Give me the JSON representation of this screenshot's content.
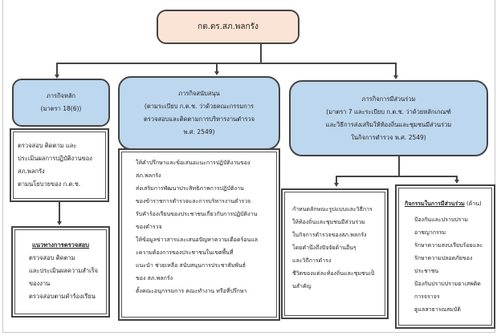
{
  "top": {
    "title": "กต.ตร.สภ.พลกรัง"
  },
  "main": {
    "title": "ภารกิจหลัก",
    "subtitle": "(มาตรา 18(6))",
    "items": [
      "ตรวจสอบ ติดตาม และ",
      "ประเมินผลการปฏิบัติงานของ",
      "สภ.พลกรัง",
      "ตามนโยบายของ ก.ต.ช."
    ],
    "guide_title": "แนวทางการตรวจสอบ",
    "guide_items": [
      "ตรวจสอบ ติดตาม",
      "และประเมินผลความสำเร็จ",
      "ของงาน",
      "ตรวจสอบตามคำร้องเรียน"
    ]
  },
  "support": {
    "title": "ภารกิจสนับสนุน",
    "lines": [
      "(ตามระเบียบ ก.ต.ช. ว่าด้วยคณะกรรมการ",
      "ตรวจสอบและติดตามการบริหารงานตำรวจ",
      "พ.ศ. 2549)"
    ],
    "items": [
      "ให้คำปรึกษาและข้อเสนอแนะการปฏิบัติงานของ",
      "สภ.พลกรัง",
      "ส่งเสริมการพัฒนาประสิทธิภาพการปฏิบัติงาน",
      "ของข้าราชการตำรวจและการบริหารงานตำรวจ",
      "รับคำร้องเรียนของประชาชนเกี่ยวกับการปฏิบัติงาน",
      "ของตำรวจ",
      "ให้ข้อมูลข่าวสารและเสนอปัญหาความเดือดร้อนแล",
      "ะความต้องการของประชาชนในเขตพื้นที่",
      "แนะนำ ช่วยเหลือ สนับสนุนการประชาสัมพันธ์",
      "ของ สภ.พลกรัง",
      "ตั้งคณะอนุกรรมการ คณะทำงาน หรือที่ปรึกษา"
    ]
  },
  "participation": {
    "title": "ภารกิจการมีส่วนร่วม",
    "lines": [
      "(มาตรา 7 และระเบียบ ก.ต.ช. ว่าด้วยหลักเกณฑ์",
      "และวิธีการส่งเสริมให้ท้องถิ่นและชุมชนมีส่วนร่วม",
      "ในกิจการตำรวจ พ.ศ. 2549)"
    ],
    "items": [
      "กำหนดลักษณะรูปแบบและวิธีการ",
      "ให้ท้องถิ่นและชุมชนมีส่วนร่วม",
      "ในกิจการตำรวจของสภ.พลกรัง",
      "โดยคำนึงถึงปัจจัยด้านอื่นๆ",
      "และวิถีการดำรง",
      "ชีวิตของแต่ละท้องถิ่นและชุมชนเป็",
      "นสำคัญ"
    ],
    "activities_title": "กิจกรรมในการมีส่วนร่วม",
    "activities_suffix": " (ด้าน)",
    "activities": [
      "ป้องกันและปราบปราม",
      "อาชญากรรม",
      "รักษาความสงบเรียบร้อยและ",
      "รักษาความปลอดภัยของ",
      "ประชาชน",
      "ป้องกันปราบปรามยาเสพติด",
      "การจราจร",
      "ดูแลสาธารณสมบัติ"
    ]
  }
}
